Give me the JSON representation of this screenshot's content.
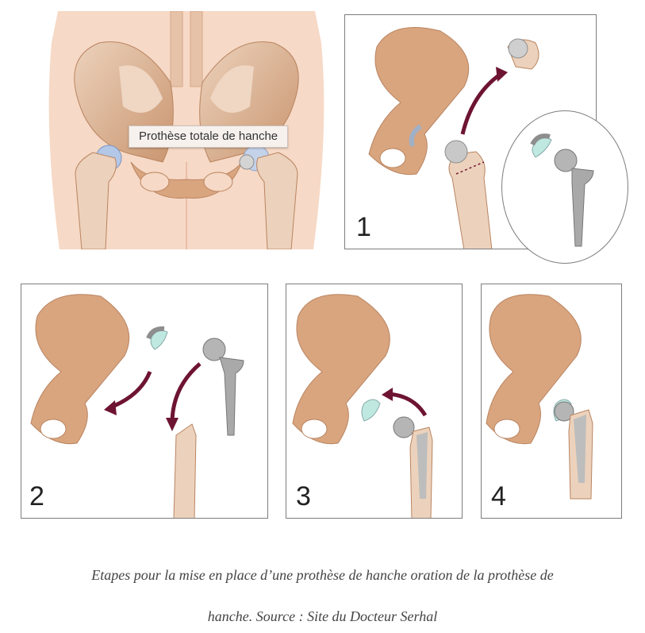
{
  "overview": {
    "label": "Prothèse totale de hanche"
  },
  "steps": [
    {
      "number": "1"
    },
    {
      "number": "2"
    },
    {
      "number": "3"
    },
    {
      "number": "4"
    }
  ],
  "caption": {
    "line1": "Etapes pour la mise en place d’une prothèse de hanche oration de la prothèse de",
    "line2": "hanche. Source : Site du Docteur Serhal"
  },
  "colors": {
    "skin": "#f6d9c6",
    "bone": "#d9a57f",
    "bone_light": "#ecd2bc",
    "bone_dark": "#b98460",
    "metal": "#a9a9a9",
    "cup_liner": "#bfe8e0",
    "arrow": "#6e1433",
    "frame": "#7d7d7d"
  }
}
